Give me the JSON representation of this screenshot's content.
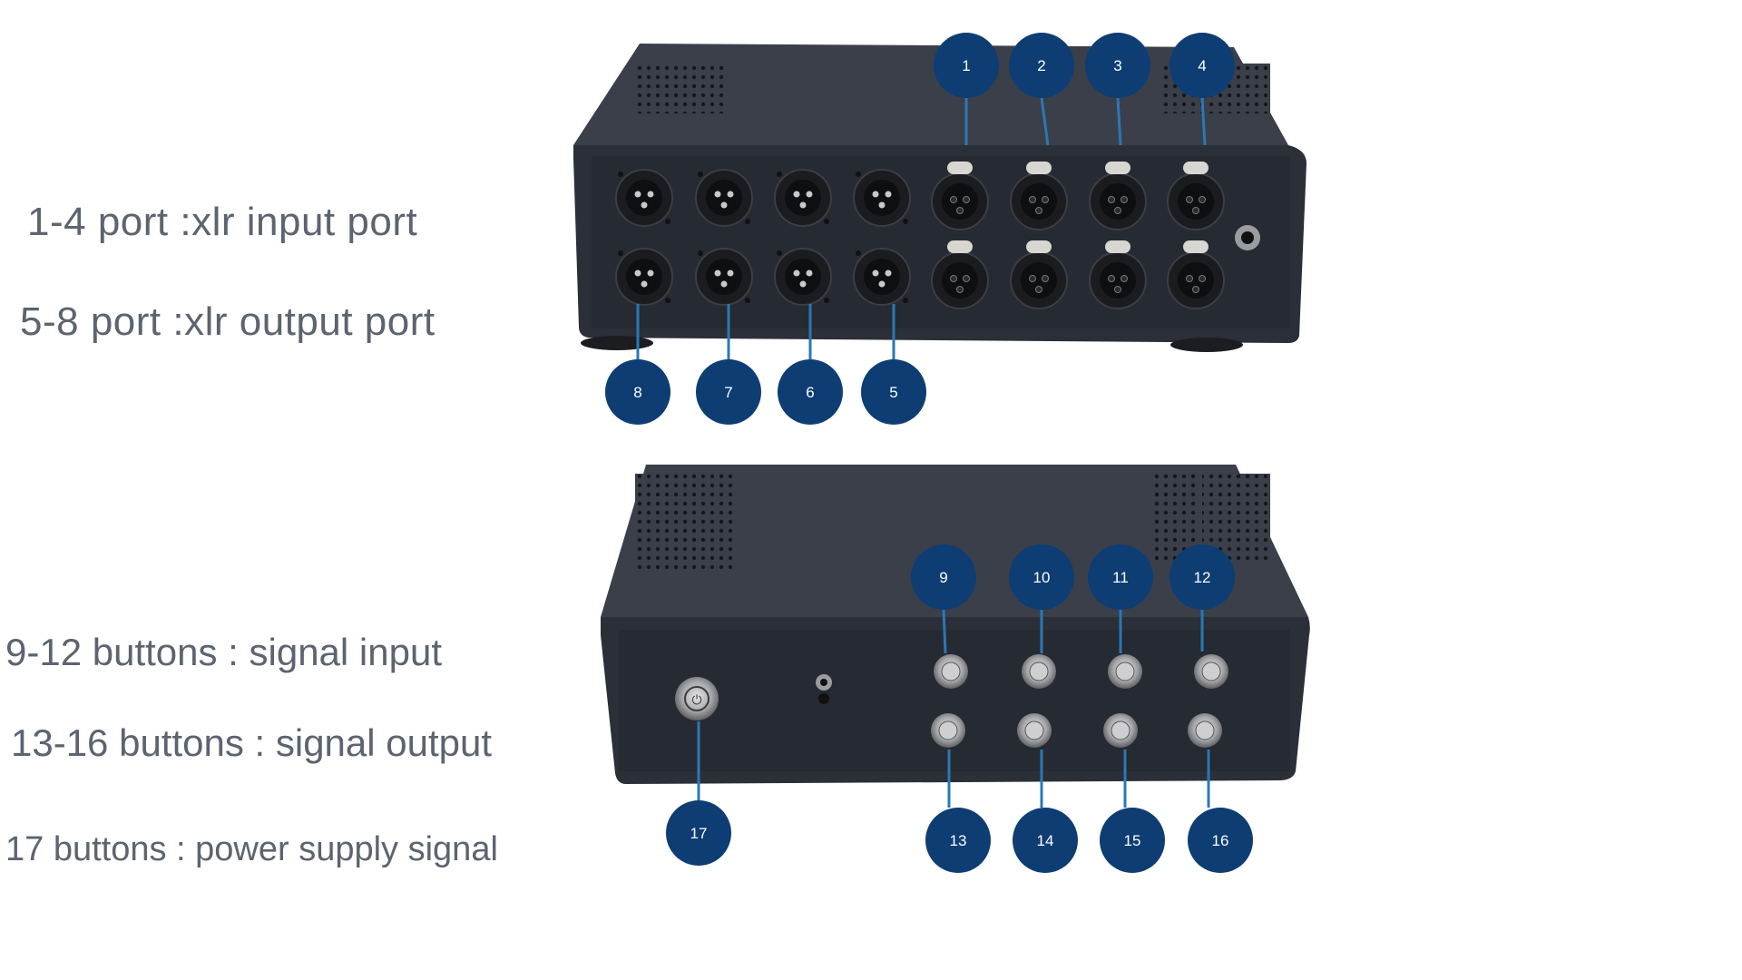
{
  "legend": {
    "line1": "1-4 port :xlr input port",
    "line2": "5-8 port :xlr output port",
    "line3": "9-12 buttons : signal input",
    "line4": "13-16 buttons : signal output",
    "line5": "17 buttons : power supply signal"
  },
  "callouts": {
    "top_row": [
      "1",
      "2",
      "3",
      "4"
    ],
    "bottom_row": [
      "8",
      "7",
      "6",
      "5"
    ],
    "buttons_top": [
      "9",
      "10",
      "11",
      "12"
    ],
    "buttons_bottom": [
      "13",
      "14",
      "15",
      "16"
    ],
    "power": "17"
  },
  "colors": {
    "badge": "#0d3d73",
    "leader": "#2a78b5",
    "chassis": "#2b2f38",
    "chassis_top": "#3a3f4a",
    "connector": "#1a1c20",
    "legend_text": "#5b6470"
  }
}
